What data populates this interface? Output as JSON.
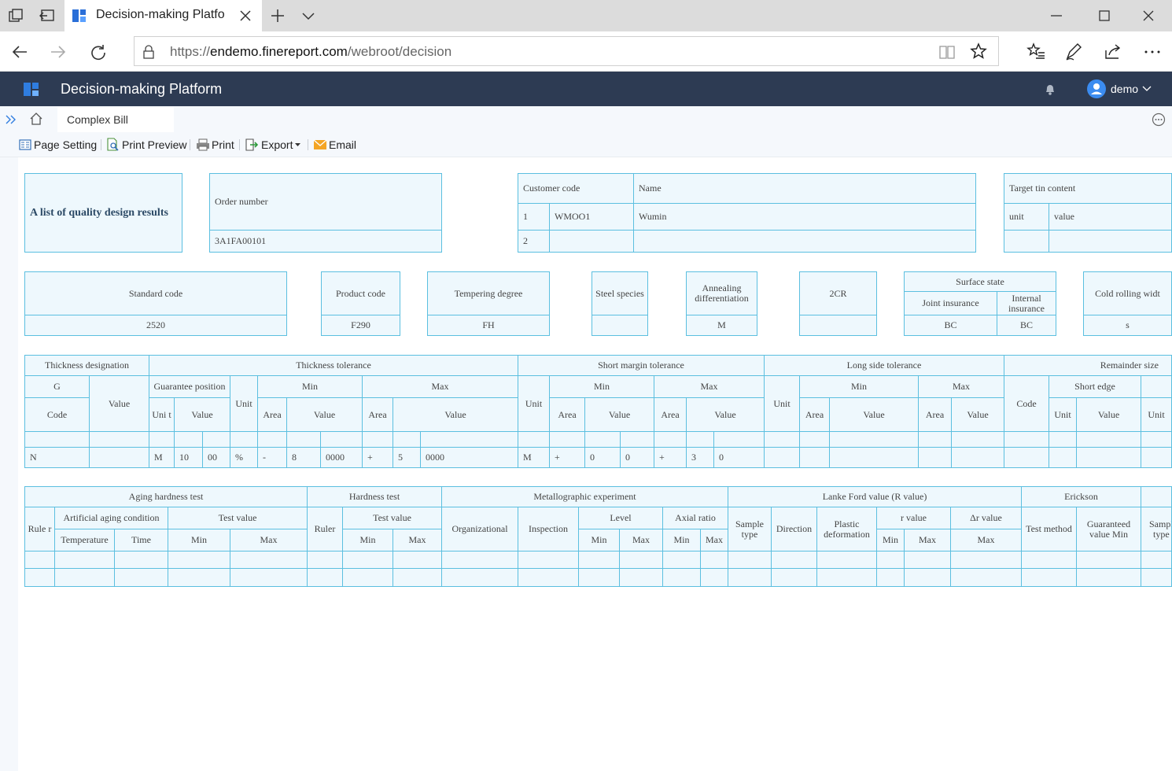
{
  "browser": {
    "tab_title": "Decision-making Platfo",
    "url_prefix": "https://",
    "url_domain": "endemo.finereport.com",
    "url_path": "/webroot/decision"
  },
  "app": {
    "title": "Decision-making Platform",
    "user": "demo",
    "page_tab": "Complex Bill",
    "brand_color": "#2d3b53",
    "accent_color": "#5bbfe0"
  },
  "toolbar": {
    "page_setting": "Page Setting",
    "print_preview": "Print Preview",
    "print": "Print",
    "export": "Export",
    "email": "Email"
  },
  "report": {
    "title": "A list of quality design results",
    "order": {
      "label": "Order number",
      "value": "3A1FA00101"
    },
    "customer": {
      "code_label": "Customer code",
      "name_label": "Name",
      "row1_no": "1",
      "row1_code": "WMOO1",
      "row1_name": "Wumin",
      "row2_no": "2"
    },
    "target": {
      "label": "Target tin content",
      "unit": "unit",
      "value": "value"
    },
    "standard": {
      "label": "Standard code",
      "value": "2520"
    },
    "product": {
      "label": "Product code",
      "value": "F290"
    },
    "tempering": {
      "label": "Tempering degree",
      "value": "FH"
    },
    "steel": {
      "label": "Steel species",
      "value": ""
    },
    "annealing": {
      "label": "Annealing differentiation",
      "value": "M"
    },
    "cr": {
      "label": "2CR",
      "value": ""
    },
    "surface": {
      "label": "Surface state",
      "joint": "Joint insurance",
      "internal": "Internal insurance",
      "joint_value": "BC",
      "internal_value": "BC"
    },
    "cold": {
      "label": "Cold rolling widt",
      "value": "s"
    },
    "t2": {
      "thickness_designation": "Thickness designation",
      "g": "G",
      "code": "Code",
      "value": "Value",
      "thickness_tolerance": "Thickness tolerance",
      "guarantee_position": "Guarantee position",
      "unit_short": "Uni t",
      "unit": "Unit",
      "min": "Min",
      "max": "Max",
      "area": "Area",
      "short_margin": "Short margin tolerance",
      "long_side": "Long side tolerance",
      "remainder": "Remainder size",
      "short_edge": "Short edge",
      "row": {
        "n": "N",
        "m": "M",
        "v10": "10",
        "v00": "00",
        "pct": "%",
        "dash": "-",
        "v8": "8",
        "v0000": "0000",
        "plus": "+",
        "v5": "5",
        "v0000b": "0000",
        "m2": "M",
        "plus2": "+",
        "z1": "0",
        "z2": "0",
        "plus3": "+",
        "v3": "3",
        "z3": "0"
      }
    },
    "t3": {
      "aging": "Aging hardness test",
      "ruler_split": "Rule r",
      "artificial": "Artificial aging condition",
      "temperature": "Temperature",
      "time": "Time",
      "test_value": "Test value",
      "min": "Min",
      "max": "Max",
      "hardness": "Hardness test",
      "ruler": "Ruler",
      "metallographic": "Metallographic experiment",
      "organizational": "Organizational",
      "inspection": "Inspection",
      "level": "Level",
      "axial": "Axial ratio",
      "lanke": "Lanke Ford value (R value)",
      "sample_type": "Sample type",
      "direction": "Direction",
      "plastic": "Plastic deformation",
      "r_value": "r value",
      "delta_r": "Δr value",
      "erickson": "Erickson",
      "test_method": "Test method",
      "guaranteed": "Guaranteed value Min",
      "sample_type2": "Sampl type"
    }
  }
}
